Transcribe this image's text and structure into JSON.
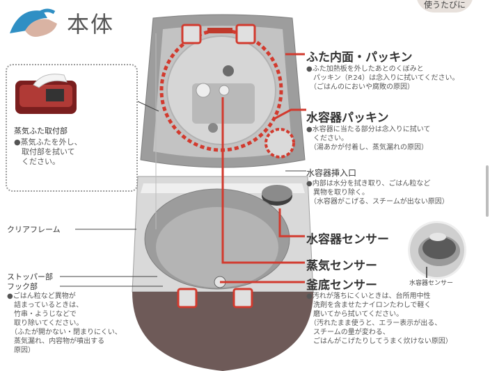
{
  "badge": "使うたびに",
  "title": "本体",
  "steam_lid_box": {
    "label": "蒸気ふた取付部",
    "text": "●蒸気ふたを外し、\n　取付部を拭いて\n　ください。"
  },
  "lid_packing": {
    "heading": "ふた内面・パッキン",
    "text": "●ふた加熱板を外したあとのくぼみと\n　パッキン（P.24）は念入りに拭いてください。\n　（ごはんのにおいや腐敗の原因）"
  },
  "water_packing": {
    "heading": "水容器パッキン",
    "text": "●水容器に当たる部分は念入りに拭いて\n　ください。\n　（湯あかが付着し、蒸気漏れの原因）"
  },
  "water_inlet": {
    "heading": "水容器挿入口",
    "text": "●内部は水分を拭き取り、ごはん粒など\n　異物を取り除く。\n　（水容器がこげる、スチームが出ない原因）"
  },
  "water_sensor": {
    "heading": "水容器センサー",
    "photo_caption": "水容器センサー"
  },
  "steam_sensor": {
    "heading": "蒸気センサー"
  },
  "bottom_sensor": {
    "heading": "釜底センサー",
    "text": "●汚れが落ちにくいときは、台所用中性\n　洗剤を含ませたナイロンたわしで軽く\n　磨いてから拭いてください。\n　（汚れたまま使うと、エラー表示が出る、\n　スチームの量が変わる、\n　ごはんがこげたりしてうまく炊けない原因）"
  },
  "left_labels": {
    "clear_frame": "クリアフレーム",
    "stopper": "ストッパー部",
    "hook": "フック部"
  },
  "left_text": "●ごはん粒など異物が\n　詰まっているときは、\n　竹串・ようじなどで\n　取り除いてください。\n　（ふたが開かない・閉まりにくい、\n　蒸気漏れ、内容物が噴出する\n　原因）",
  "colors": {
    "dashed_red": "#d23a2e",
    "body_dark": "#6e5a58",
    "lid_gray": "#a6a6a6"
  }
}
